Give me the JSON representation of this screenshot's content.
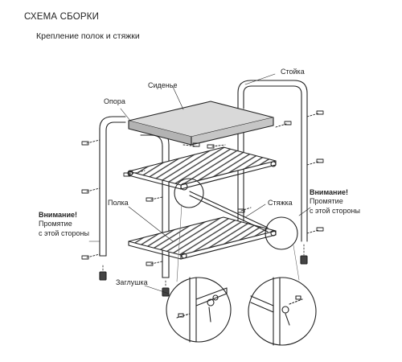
{
  "header": {
    "title": "СХЕМА СБОРКИ",
    "subtitle": "Крепление полок и стяжки"
  },
  "labels": {
    "stand": "Стойка",
    "seat": "Сиденье",
    "support": "Опора",
    "shelf": "Полка",
    "tie": "Стяжка",
    "plug": "Заглушка",
    "note_left": {
      "title": "Внимание!",
      "line1": "Промятие",
      "line2": "с этой стороны"
    },
    "note_right": {
      "title": "Внимание!",
      "line1": "Промятие",
      "line2": "с этой стороны"
    }
  },
  "colors": {
    "line": "#222222",
    "dash": "#333333",
    "seat_top": "#d9d9d9",
    "seat_side": "#b3b3b3"
  }
}
